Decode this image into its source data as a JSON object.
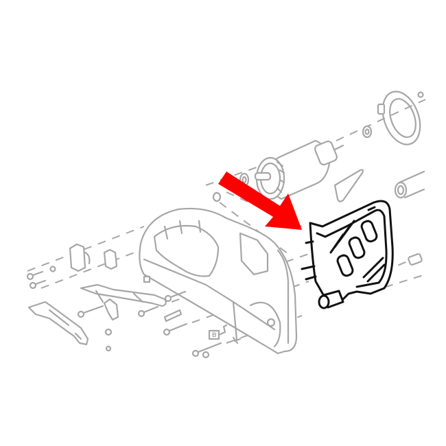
{
  "diagram": {
    "type": "exploded-parts-view",
    "highlighted_part": "side-cover-plate",
    "arrow_color": "#ff0000",
    "highlight_stroke_color": "#111111",
    "other_parts_color": "#a6a6a6",
    "background": "#ffffff",
    "labels": {
      "part_b": "B"
    },
    "parts": [
      {
        "name": "motor-armature"
      },
      {
        "name": "fan-gear"
      },
      {
        "name": "bearing"
      },
      {
        "name": "commutator-bearing"
      },
      {
        "name": "brush-ring"
      },
      {
        "name": "main-housing"
      },
      {
        "name": "side-cover-plate"
      },
      {
        "name": "lever-arm"
      },
      {
        "name": "base-arm"
      },
      {
        "name": "switch-block"
      },
      {
        "name": "screws"
      }
    ]
  }
}
